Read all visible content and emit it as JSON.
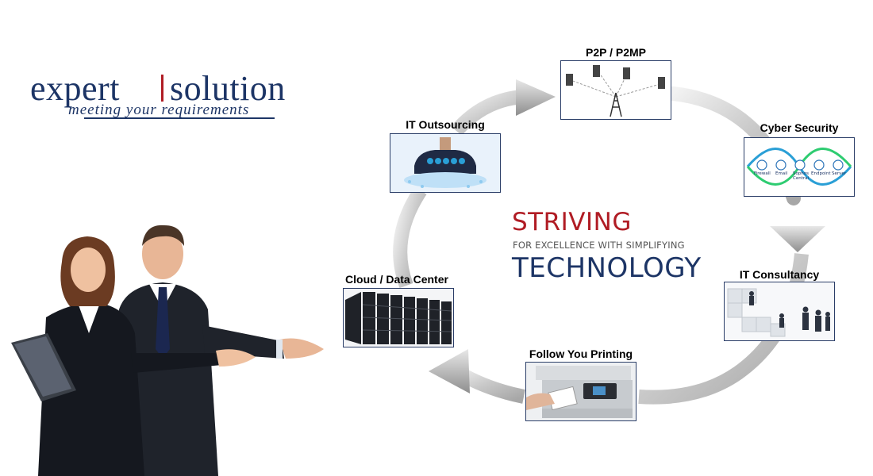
{
  "brand": {
    "name_left": "expert",
    "name_right": "solution",
    "tagline": "meeting your requirements",
    "colors": {
      "navy": "#1d3566",
      "red": "#b01c24"
    }
  },
  "tagline": {
    "line1": "STRIVING",
    "line2": "FOR EXCELLENCE WITH SIMPLIFYING",
    "line3": "TECHNOLOGY"
  },
  "services": [
    {
      "title": "P2P / P2MP",
      "icon": "network-tower-icon"
    },
    {
      "title": "Cyber Security",
      "icon": "security-flow-icon"
    },
    {
      "title": "IT Consultancy",
      "icon": "puzzle-team-icon"
    },
    {
      "title": "Follow You Printing",
      "icon": "printer-card-icon"
    },
    {
      "title": "Cloud / Data Center",
      "icon": "server-rack-icon"
    },
    {
      "title": "IT Outsourcing",
      "icon": "businessman-tech-icon"
    }
  ],
  "security_labels": [
    "Firewall",
    "Email",
    "Sophos Central",
    "Endpoint",
    "Server"
  ]
}
